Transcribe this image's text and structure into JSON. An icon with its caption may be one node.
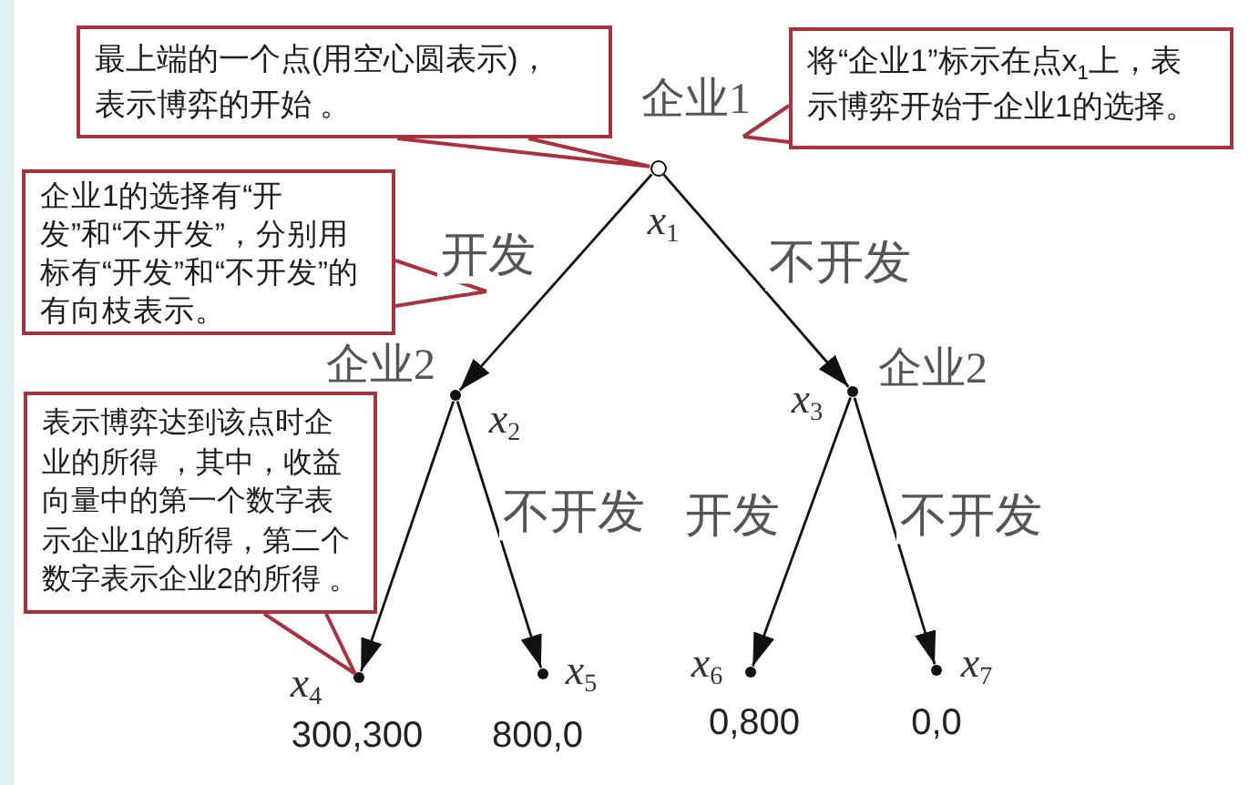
{
  "diagram": {
    "nodes": [
      {
        "text": [
          "最上端的一个点(用空心圆表示)，表示博弈的开始 。"
        ]
      },
      {
        "text": [
          "将“企业1”标示在点x$_{1}$上，表示博弈开始于企业1的选择。"
        ]
      },
      {
        "text": [],
        "shape": "circle",
        "beside": [
          "企业1",
          "*x*$_{1}$"
        ]
      },
      {
        "text": [
          "企业1的选择有“开发”和“不开发”，分别用标有“开发”和“不开发”的有向枝表示。"
        ]
      },
      {
        "text": [],
        "shape": "circle",
        "beside": [
          "企业2",
          "*x*$_{2}$"
        ]
      },
      {
        "text": [],
        "shape": "circle",
        "beside": [
          "*x*$_{3}$",
          "企业2"
        ]
      },
      {
        "text": [
          "表示博弈达到该点时企业的所得 ，其中，收益向量中的第一个数字表示企业1的所得，第二个数字表示企业2的所得 。"
        ]
      },
      {
        "text": [],
        "shape": "circle",
        "beside": [
          "*x*$_{4}$",
          "300,300"
        ]
      },
      {
        "text": [],
        "shape": "circle",
        "beside": [
          "*x*$_{5}$",
          "800,0"
        ]
      },
      {
        "text": [],
        "shape": "circle",
        "beside": [
          "*x*$_{6}$",
          "0,800"
        ]
      },
      {
        "text": [],
        "shape": "circle",
        "beside": [
          "*x*$_{7}$",
          "0,0"
        ]
      }
    ],
    "edges": [
      {
        "from": 2,
        "to": 4,
        "arrow": "to",
        "label": "开发"
      },
      {
        "from": 2,
        "to": 5,
        "arrow": "to",
        "label": "不开发"
      },
      {
        "from": 4,
        "to": 7,
        "arrow": "to"
      },
      {
        "from": 4,
        "to": 8,
        "arrow": "to",
        "label": "不开发"
      },
      {
        "from": 5,
        "to": 9,
        "arrow": "to",
        "label": "开发"
      },
      {
        "from": 5,
        "to": 10,
        "arrow": "to",
        "label": "不开发"
      },
      {
        "from": 0,
        "to": 2,
        "arrow": "none",
        "color": "#a8333f"
      },
      {
        "from": 1,
        "to": null,
        "arrow": "none",
        "color": "#a8333f"
      },
      {
        "from": 3,
        "to": null,
        "arrow": "none",
        "color": "#a8333f"
      },
      {
        "from": 6,
        "to": 7,
        "arrow": "none",
        "color": "#a8333f"
      }
    ]
  }
}
